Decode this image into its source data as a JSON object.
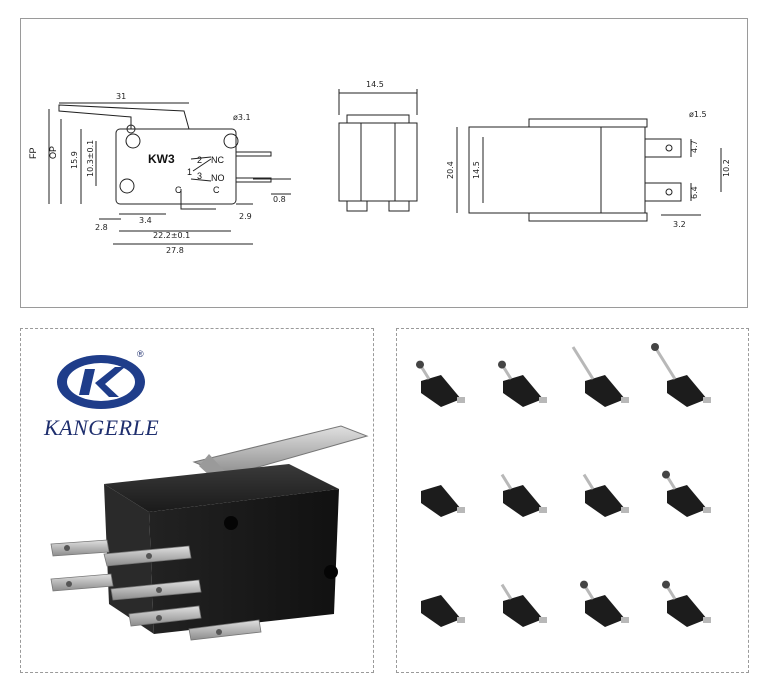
{
  "drawing": {
    "model": "KW3",
    "labels": {
      "fp": "FP",
      "op": "OP",
      "nc": "NC",
      "no": "NO",
      "c": "C",
      "pin1": "1",
      "pin2": "2",
      "pin3": "3"
    },
    "side_view_dims": [
      "31",
      "ø3.1",
      "15.9",
      "10.3±0.1",
      "0.8",
      "2.9",
      "3.4",
      "2.8",
      "22.2±0.1",
      "27.8"
    ],
    "end_view_dims": [
      "14.5"
    ],
    "top_view_dims": [
      "ø1.5",
      "4.7",
      "10.2",
      "20.4",
      "14.5",
      "6.4",
      "3.2"
    ]
  },
  "brand": {
    "name": "KANGERLE",
    "registered_mark": "®"
  },
  "variants": {
    "count": 12
  },
  "colors": {
    "brand_blue": "#1f3d8a",
    "body_black": "#1c1c1c",
    "metal": "#b8b8b8"
  }
}
